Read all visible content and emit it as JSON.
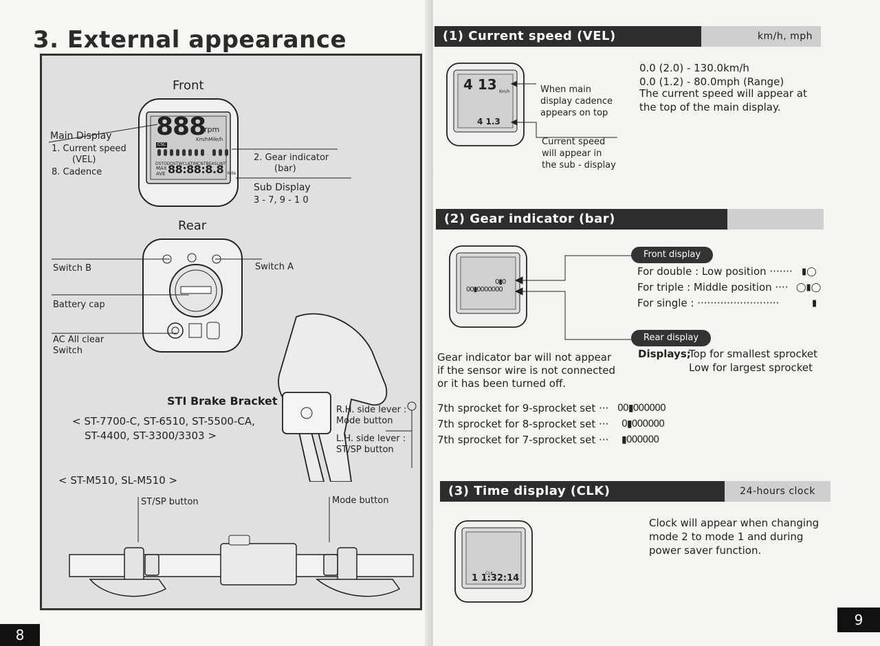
{
  "left_page": {
    "title": "3. External appearance",
    "page_number": "8",
    "front_label": "Front",
    "rear_label": "Rear",
    "lcd": {
      "main_digits": "888",
      "rpm": "rpm",
      "units": "Km/hMile/h",
      "modes": "DSTODOSTWCLKTIMCNTBEASLINT",
      "max": "MAX",
      "ave": "AVE",
      "sub_digits": "88:88:8.8",
      "sub_units": "Mile",
      "badge": "CSC"
    },
    "main_display": {
      "heading": "Main Display",
      "item1": "1.   Current speed",
      "item1b": "(VEL)",
      "item8": "8.   Cadence"
    },
    "gear_indicator": {
      "line1": "2.   Gear indicator",
      "line2": "(bar)"
    },
    "sub_display": {
      "line1": "Sub Display",
      "line2": "3 - 7,  9 - 1 0"
    },
    "rear": {
      "switch_b": "Switch B",
      "switch_a": "Switch A",
      "battery_cap": "Battery cap",
      "ac_clear_1": "AC All clear",
      "ac_clear_2": "Switch"
    },
    "sti": {
      "heading": "STI Brake Bracket",
      "models1": "< ST-7700-C,  ST-6510,   ST-5500-CA,",
      "models2": "ST-4400,  ST-3300/3303 >",
      "rh1": "R.H. side lever :",
      "rh2": "Mode button",
      "lh1": "L.H. side lever :",
      "lh2": "ST/SP button"
    },
    "mtb": {
      "models": "< ST-M510,  SL-M510 >",
      "stsp": "ST/SP button",
      "mode": "Mode button"
    }
  },
  "right_page": {
    "page_number": "9",
    "section1": {
      "title": "(1) Current speed (VEL)",
      "tag": "km/h, mph",
      "lcd_top": "4 13",
      "lcd_unit": "Km/h",
      "lcd_bottom": "4 1.3",
      "range1": "0.0 (2.0) - 130.0km/h",
      "range2": "0.0 (1.2) - 80.0mph   (Range)",
      "desc1": "The current speed will appear at",
      "desc2": "the top of the main display.",
      "note1_1": "When main",
      "note1_2": "display cadence",
      "note1_3": "appears on top",
      "note2_1": "Current speed",
      "note2_2": "will appear in",
      "note2_3": "the sub - display"
    },
    "section2": {
      "title": "(2) Gear indicator (bar)",
      "front_pill": "Front display",
      "rear_pill": "Rear display",
      "double": "For double : Low position ·······",
      "double_sym": "▮◯",
      "triple": "For triple : Middle position ····",
      "triple_sym": "◯▮◯",
      "single": "For single : ·························",
      "single_sym": "▮",
      "displays_label": "Displays;",
      "displays_1": "Top for smallest sprocket",
      "displays_2": "Low for largest sprocket",
      "note1": "Gear indicator bar will not appear",
      "note2": "if the sensor wire is not connected",
      "note3": "or it has been turned off.",
      "spr9": "7th sprocket for 9-sprocket set ···",
      "spr8": "7th sprocket for 8-sprocket set ···",
      "spr7": "7th sprocket for 7-sprocket set ···",
      "spr9_sym": "00▮000000",
      "spr8_sym": "0▮000000",
      "spr7_sym": "▮000000",
      "lcd_gears": "00▮0000000",
      "lcd_gears_top": "0▮0"
    },
    "section3": {
      "title": "(3) Time display (CLK)",
      "tag": "24-hours clock",
      "lcd_clk": "CLK",
      "lcd_time": "1 1:32:14",
      "desc1": "Clock will appear when changing",
      "desc2": "mode 2 to  mode 1 and during",
      "desc3": "power saver function."
    }
  }
}
